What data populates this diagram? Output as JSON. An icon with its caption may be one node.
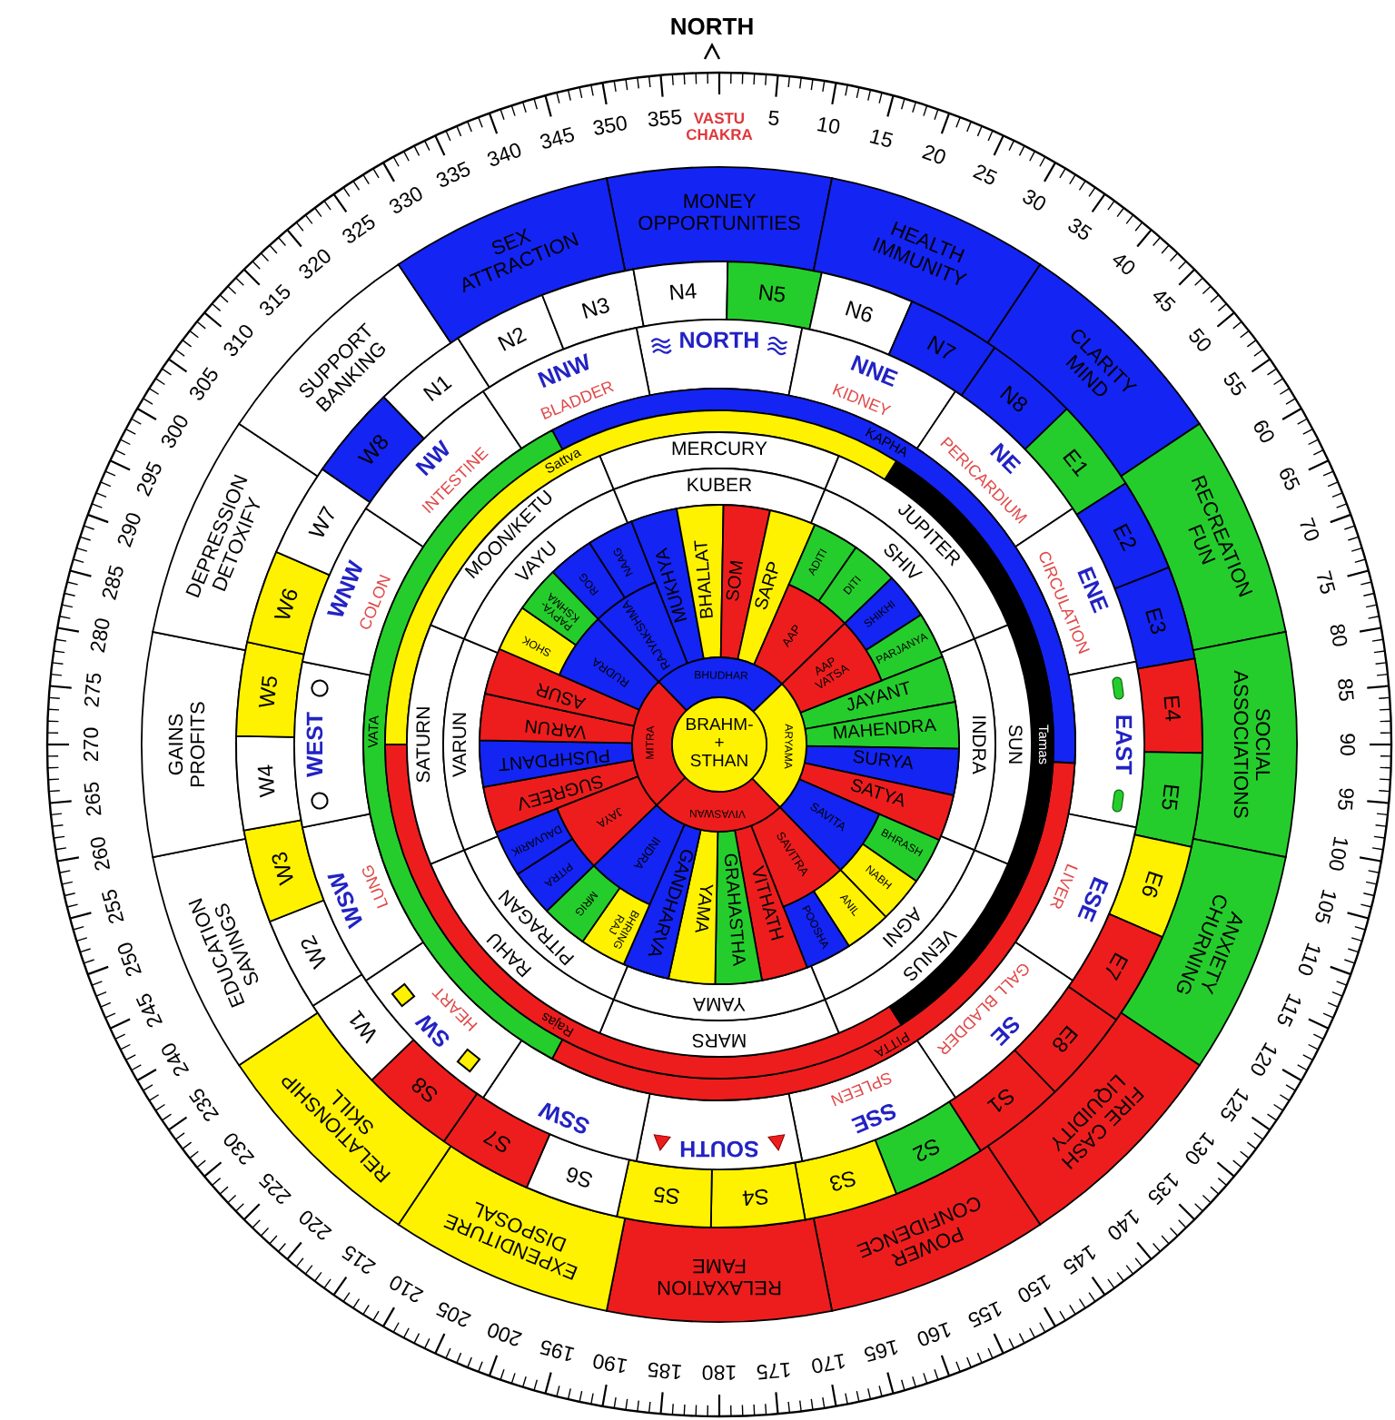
{
  "diagram": {
    "title": "VASTU CHAKRA",
    "nodes": [
      {
        "text": [
          "MONEY OPPORTUNITIES"
        ]
      },
      {
        "text": [
          "HEALTH IMMUNITY"
        ]
      },
      {
        "text": [
          "CLARITY MIND"
        ]
      },
      {
        "text": [
          "RECREATION FUN"
        ]
      },
      {
        "text": [
          "SOCIAL ASSOCIATIONS"
        ]
      },
      {
        "text": [
          "ANXIETY CHURNING"
        ]
      },
      {
        "text": [
          "FIRE CASH LIQUIDITY"
        ]
      },
      {
        "text": [
          "POWER CONFIDENCE"
        ]
      },
      {
        "text": [
          "RELAXATION FAME"
        ]
      },
      {
        "text": [
          "EXPENDITURE DISPOSAL"
        ]
      },
      {
        "text": [
          "RELATIONSHIP SKILL"
        ]
      },
      {
        "text": [
          "EDUCATION SAVINGS"
        ]
      },
      {
        "text": [
          "GAINS PROFITS"
        ]
      },
      {
        "text": [
          "DEPRESSION DETOXIFY"
        ]
      },
      {
        "text": [
          "SUPPORT BANKING"
        ]
      },
      {
        "text": [
          "SEX ATTRACTION"
        ]
      },
      {
        "text": [
          "N1"
        ]
      },
      {
        "text": [
          "N2"
        ]
      },
      {
        "text": [
          "N3"
        ]
      },
      {
        "text": [
          "N4"
        ]
      },
      {
        "text": [
          "N5"
        ]
      },
      {
        "text": [
          "N6"
        ]
      },
      {
        "text": [
          "N7"
        ]
      },
      {
        "text": [
          "N8"
        ]
      },
      {
        "text": [
          "E1"
        ]
      },
      {
        "text": [
          "E2"
        ]
      },
      {
        "text": [
          "E3"
        ]
      },
      {
        "text": [
          "E4"
        ]
      },
      {
        "text": [
          "E5"
        ]
      },
      {
        "text": [
          "E6"
        ]
      },
      {
        "text": [
          "E7"
        ]
      },
      {
        "text": [
          "E8"
        ]
      },
      {
        "text": [
          "S1"
        ]
      },
      {
        "text": [
          "S2"
        ]
      },
      {
        "text": [
          "S3"
        ]
      },
      {
        "text": [
          "S4"
        ]
      },
      {
        "text": [
          "S5"
        ]
      },
      {
        "text": [
          "S6"
        ]
      },
      {
        "text": [
          "S7"
        ]
      },
      {
        "text": [
          "S8"
        ]
      },
      {
        "text": [
          "W1"
        ]
      },
      {
        "text": [
          "W2"
        ]
      },
      {
        "text": [
          "W3"
        ]
      },
      {
        "text": [
          "W4"
        ]
      },
      {
        "text": [
          "W5"
        ]
      },
      {
        "text": [
          "W6"
        ]
      },
      {
        "text": [
          "W7"
        ]
      },
      {
        "text": [
          "W8"
        ]
      },
      {
        "text": [
          "NORTH"
        ]
      },
      {
        "text": [
          "NNE",
          "KIDNEY"
        ]
      },
      {
        "text": [
          "NE",
          "PERICARDIUM"
        ]
      },
      {
        "text": [
          "ENE",
          "CIRCULATION"
        ]
      },
      {
        "text": [
          "EAST"
        ]
      },
      {
        "text": [
          "ESE",
          "LIVER"
        ]
      },
      {
        "text": [
          "SE",
          "GALL BLADDER"
        ]
      },
      {
        "text": [
          "SSE",
          "SPLEEN"
        ]
      },
      {
        "text": [
          "SOUTH"
        ]
      },
      {
        "text": [
          "SSW"
        ]
      },
      {
        "text": [
          "SW",
          "HEART"
        ]
      },
      {
        "text": [
          "WSW",
          "LUNG"
        ]
      },
      {
        "text": [
          "WEST"
        ]
      },
      {
        "text": [
          "WNW",
          "COLON"
        ]
      },
      {
        "text": [
          "NW",
          "INTESTINE"
        ]
      },
      {
        "text": [
          "NNW",
          "BLADDER"
        ]
      },
      {
        "text": [
          "KAPHA"
        ]
      },
      {
        "text": [
          "PITTA"
        ]
      },
      {
        "text": [
          "VATA"
        ]
      },
      {
        "text": [
          "Sattva"
        ]
      },
      {
        "text": [
          "Tamas"
        ]
      },
      {
        "text": [
          "Rajas"
        ]
      },
      {
        "text": [
          "MERCURY"
        ]
      },
      {
        "text": [
          "JUPITER"
        ]
      },
      {
        "text": [
          "SUN"
        ]
      },
      {
        "text": [
          "VENUS"
        ]
      },
      {
        "text": [
          "MARS"
        ]
      },
      {
        "text": [
          "RAHU"
        ]
      },
      {
        "text": [
          "SATURN"
        ]
      },
      {
        "text": [
          "MOON/KETU"
        ]
      },
      {
        "text": [
          "KUBER"
        ]
      },
      {
        "text": [
          "SHIV"
        ]
      },
      {
        "text": [
          "INDRA"
        ]
      },
      {
        "text": [
          "AGNI"
        ]
      },
      {
        "text": [
          "YAMA"
        ]
      },
      {
        "text": [
          "PITRAGAN"
        ]
      },
      {
        "text": [
          "VARUN"
        ]
      },
      {
        "text": [
          "VAYU"
        ]
      },
      {
        "text": [
          "ROG"
        ]
      },
      {
        "text": [
          "NAAG"
        ]
      },
      {
        "text": [
          "MUKHYA"
        ]
      },
      {
        "text": [
          "BHALLAT"
        ]
      },
      {
        "text": [
          "SOM"
        ]
      },
      {
        "text": [
          "SARP"
        ]
      },
      {
        "text": [
          "ADITI"
        ]
      },
      {
        "text": [
          "DITI"
        ]
      },
      {
        "text": [
          "SHIKHI"
        ]
      },
      {
        "text": [
          "PARJANYA"
        ]
      },
      {
        "text": [
          "JAYANT"
        ]
      },
      {
        "text": [
          "MAHENDRA"
        ]
      },
      {
        "text": [
          "SURYA"
        ]
      },
      {
        "text": [
          "SATYA"
        ]
      },
      {
        "text": [
          "BHRASH"
        ]
      },
      {
        "text": [
          "NABH"
        ]
      },
      {
        "text": [
          "ANIL"
        ]
      },
      {
        "text": [
          "POOSHA"
        ]
      },
      {
        "text": [
          "VITHATH"
        ]
      },
      {
        "text": [
          "GRAHASTHA"
        ]
      },
      {
        "text": [
          "YAMA"
        ]
      },
      {
        "text": [
          "GANDHARVA"
        ]
      },
      {
        "text": [
          "BHRING RAJ"
        ]
      },
      {
        "text": [
          "MRIG"
        ]
      },
      {
        "text": [
          "PITRA"
        ]
      },
      {
        "text": [
          "DAUVARIK"
        ]
      },
      {
        "text": [
          "SUGREEV"
        ]
      },
      {
        "text": [
          "PUSHPDANT"
        ]
      },
      {
        "text": [
          "VARUN"
        ]
      },
      {
        "text": [
          "ASUR"
        ]
      },
      {
        "text": [
          "SHOK"
        ]
      },
      {
        "text": [
          "PAPYA- KSHMA"
        ]
      },
      {
        "text": [
          "AAP"
        ]
      },
      {
        "text": [
          "AAP VATSA"
        ]
      },
      {
        "text": [
          "SAVITA"
        ]
      },
      {
        "text": [
          "SAVITRA"
        ]
      },
      {
        "text": [
          "INDRA"
        ]
      },
      {
        "text": [
          "JAYA"
        ]
      },
      {
        "text": [
          "RUDRA"
        ]
      },
      {
        "text": [
          "RAJYAKSHMA"
        ]
      },
      {
        "text": [
          "BHUDHAR"
        ]
      },
      {
        "text": [
          "ARYAMA"
        ]
      },
      {
        "text": [
          "VIVASWAN"
        ]
      },
      {
        "text": [
          "MITRA"
        ]
      },
      {
        "text": [
          "BRAHM- + STHAN"
        ]
      }
    ],
    "labels": [
      "NORTH",
      "5",
      "10",
      "15",
      "20",
      "25",
      "30",
      "35",
      "40",
      "45",
      "50",
      "55",
      "60",
      "65",
      "70",
      "75",
      "80",
      "85",
      "90",
      "95",
      "100",
      "105",
      "110",
      "115",
      "120",
      "125",
      "130",
      "135",
      "140",
      "145",
      "150",
      "155",
      "160",
      "165",
      "170",
      "175",
      "180",
      "185",
      "190",
      "195",
      "200",
      "205",
      "210",
      "215",
      "220",
      "225",
      "230",
      "235",
      "240",
      "245",
      "250",
      "255",
      "260",
      "265",
      "270",
      "275",
      "280",
      "285",
      "290",
      "295",
      "300",
      "305",
      "310",
      "315",
      "320",
      "325",
      "330",
      "335",
      "340",
      "345",
      "350",
      "355"
    ]
  }
}
